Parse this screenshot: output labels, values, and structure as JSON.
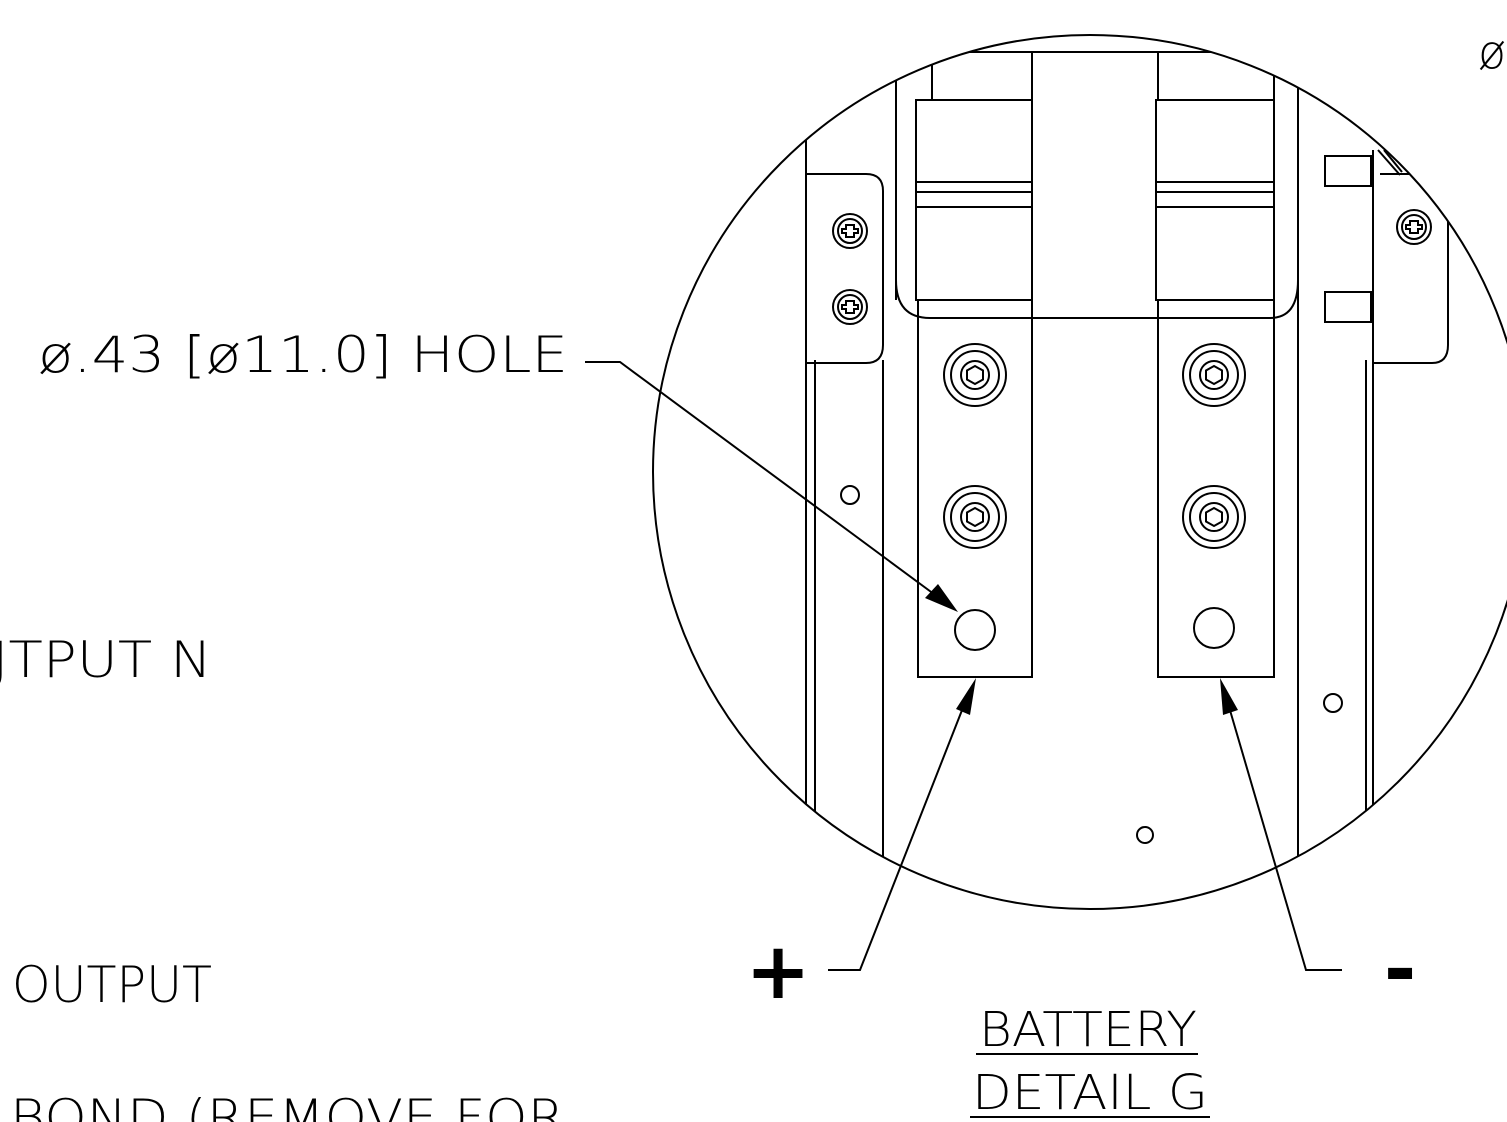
{
  "labels": {
    "hole_callout": "ø.43 [ø11.0] HOLE",
    "output_n_partial": "JTPUT N",
    "output_partial": "OUTPUT",
    "bond_partial": "BOND (REMOVE FOR",
    "phi_partial": "ø",
    "plus_terminal": "+",
    "minus_terminal": "-",
    "detail_line1": "BATTERY",
    "detail_line2": "DETAIL G"
  }
}
